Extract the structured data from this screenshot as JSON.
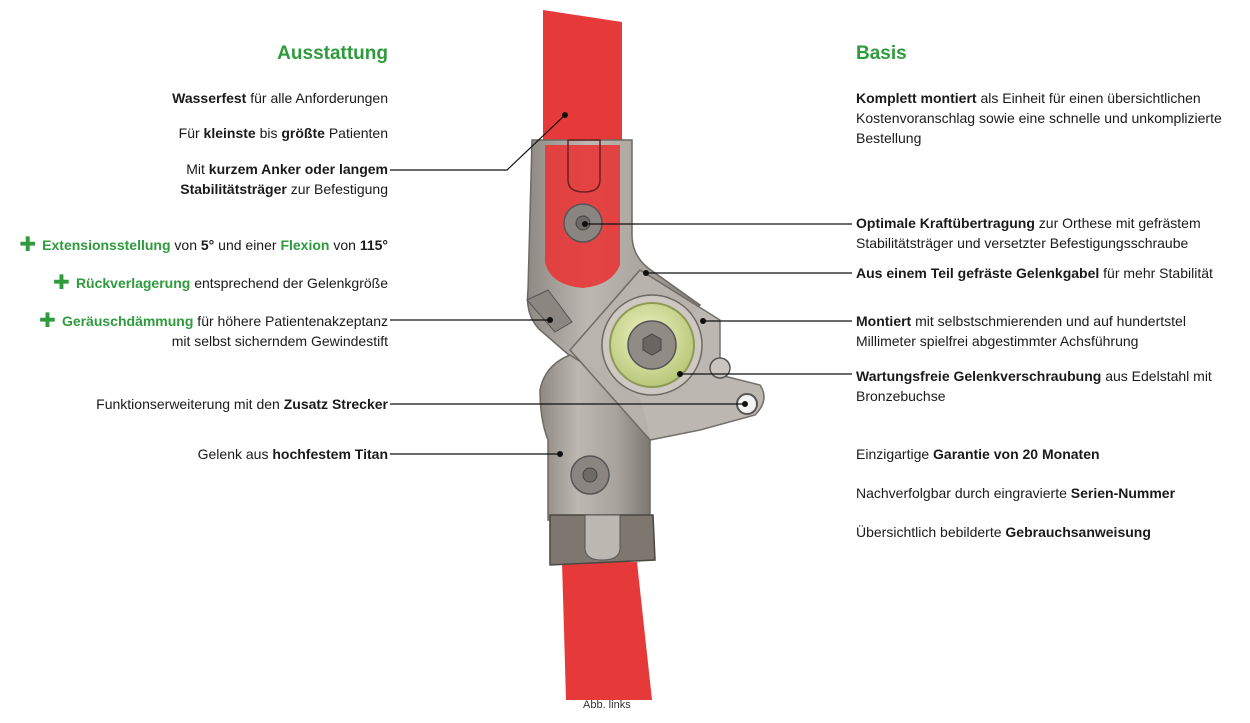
{
  "headings": {
    "left": "Ausstattung",
    "right": "Basis"
  },
  "left": {
    "l1": {
      "b": "Wasserfest",
      "t": " für alle Anforderungen"
    },
    "l2": {
      "a": "Für ",
      "b1": "kleinste",
      "m": " bis ",
      "b2": "größte",
      "t": " Patienten"
    },
    "l3": {
      "a": "Mit ",
      "b1": "kurzem Anker oder langem",
      "b2": "Stabilitätsträger",
      "t": " zur Befestigung"
    },
    "l4": {
      "g1": "Extensionsstellung",
      "m1": " von ",
      "b1": "5°",
      "m2": " und einer ",
      "g2": "Flexion",
      "m3": " von ",
      "b2": "115°"
    },
    "l5": {
      "g": "Rückverlagerung",
      "t": " entsprechend der Gelenkgröße"
    },
    "l6": {
      "g": "Geräuschdämmung",
      "t1": " für höhere Patientenakzeptanz",
      "t2": "mit selbst sicherndem Gewindestift"
    },
    "l7": {
      "a": "Funktionserweiterung mit den ",
      "b": "Zusatz Strecker"
    },
    "l8": {
      "a": "Gelenk aus ",
      "b": "hochfestem Titan"
    }
  },
  "right": {
    "r1": {
      "b": "Komplett montiert",
      "t1": " als Einheit für einen übersichtlichen",
      "t2": "Kostenvoranschlag sowie eine schnelle und unkomplizierte",
      "t3": "Bestellung"
    },
    "r2": {
      "b": "Optimale Kraftübertragung",
      "t1": " zur Orthese mit gefrästem",
      "t2": "Stabilitätsträger und versetzter Befestigungsschraube"
    },
    "r3": {
      "b": "Aus einem Teil gefräste Gelenkgabel",
      "t": " für mehr Stabilität"
    },
    "r4": {
      "b": "Montiert",
      "t1": " mit selbstschmierenden und auf hundertstel",
      "t2": "Millimeter spielfrei abgestimmter Achsführung"
    },
    "r5": {
      "b": "Wartungsfreie Gelenkverschraubung",
      "t1": " aus Edelstahl mit",
      "t2": "Bronzebuchse"
    },
    "r6": {
      "a": "Einzigartige ",
      "b": "Garantie von 20 Monaten"
    },
    "r7": {
      "a": "Nachverfolgbar durch eingravierte ",
      "b": "Serien-Nummer"
    },
    "r8": {
      "a": "Übersichtlich bebilderte ",
      "b": "Gebrauchsanweisung"
    }
  },
  "caption": "Abb. links",
  "colors": {
    "accent_green": "#2e9b3c",
    "strap_red": "#e63a3a",
    "metal_gray": "#a8a39c",
    "bushing_yellow": "#d9e49a"
  }
}
